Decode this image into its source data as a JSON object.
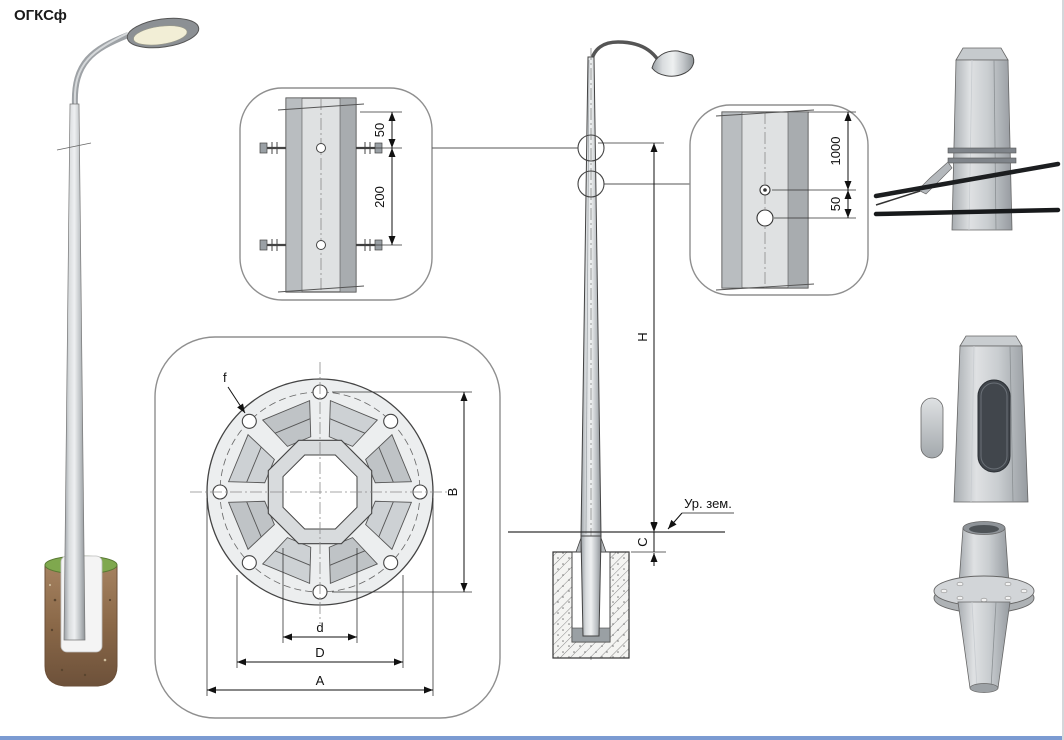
{
  "title": "ОГКСф",
  "colors": {
    "line": "#333333",
    "pole_gray": "#c8ccd0",
    "grass_green": "#7fa84e",
    "soil_brown": "#8a6848",
    "window_edge_blue": "#7b9bd2"
  },
  "callout_top_plate": {
    "dim_offset": "50",
    "dim_spacing": "200"
  },
  "callout_flange": {
    "dim_f": "f",
    "dim_B": "B",
    "dim_d": "d",
    "dim_D": "D",
    "dim_A": "A"
  },
  "elevation": {
    "dim_H": "H",
    "dim_C": "C",
    "ground_label": "Ур. зем."
  },
  "callout_hole": {
    "dim_1000": "1000",
    "dim_50": "50"
  }
}
